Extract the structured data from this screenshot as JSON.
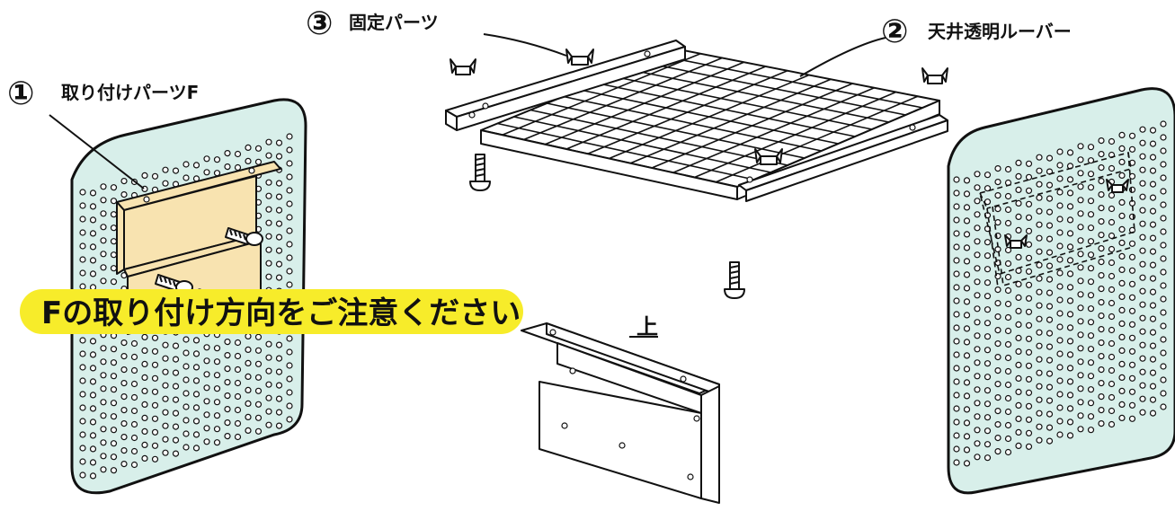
{
  "labels": {
    "part1": {
      "number": "①",
      "name": "取り付けパーツF"
    },
    "part2": {
      "number": "②",
      "name": "天井透明ルーバー"
    },
    "part3": {
      "number": "③",
      "name": "固定パーツ"
    },
    "notice": "Fの取り付け方向をご注意ください",
    "up": "上"
  },
  "colors": {
    "plate": "#d8efea",
    "bracket": "#f8e3b0",
    "notice_bg": "#f7ec2a",
    "ink": "#111111"
  }
}
